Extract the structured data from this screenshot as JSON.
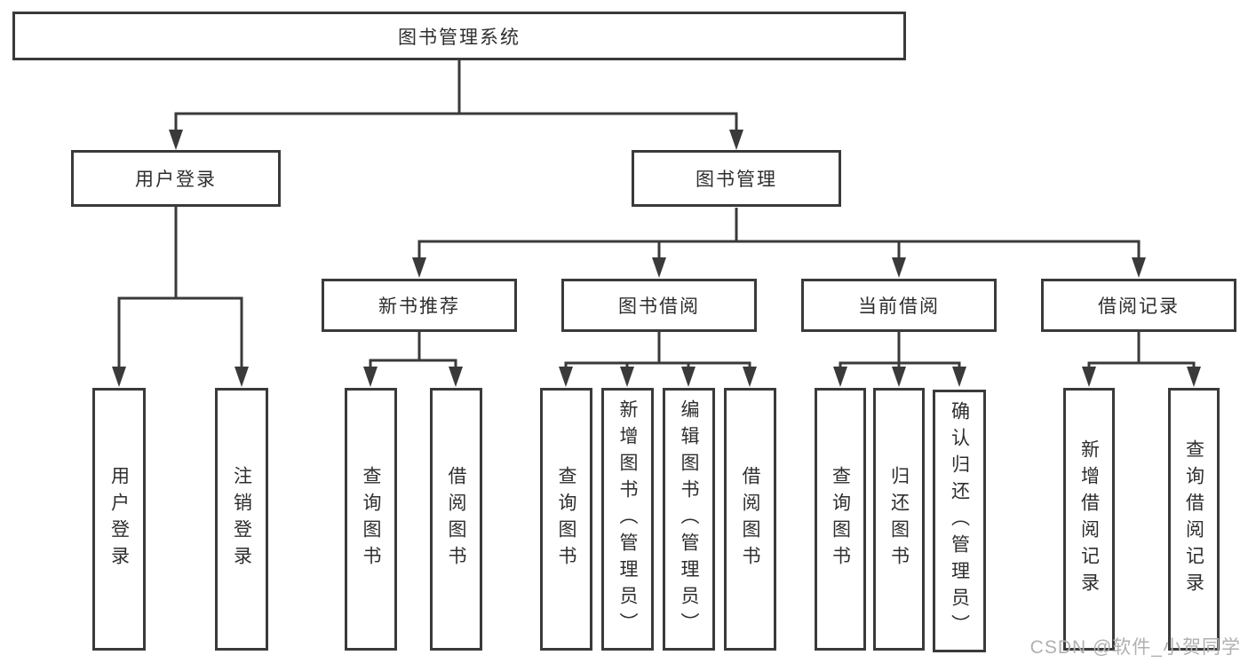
{
  "diagram": {
    "title_node": "图书管理系统",
    "colors": {
      "line": "#3a3a3a",
      "text": "#2e2e2e",
      "box_background": "#ffffff",
      "watermark": "#b0b0b0"
    },
    "nodes": {
      "root": "图书管理系统",
      "user_login": "用户登录",
      "book_mgmt": "图书管理",
      "new_book_rec": "新书推荐",
      "book_borrow": "图书借阅",
      "current_borrow": "当前借阅",
      "borrow_record": "借阅记录",
      "leaf_user_login": "用户登录",
      "leaf_logout": "注销登录",
      "leaf_query_book_rec": "查询图书",
      "leaf_borrow_book_rec": "借阅图书",
      "leaf_query_book_borrow": "查询图书",
      "leaf_add_book_admin": "新增图书（管理员）",
      "leaf_edit_book_admin": "编辑图书（管理员）",
      "leaf_borrow_book_borrow": "借阅图书",
      "leaf_query_book_current": "查询图书",
      "leaf_return_book": "归还图书",
      "leaf_confirm_return_admin": "确认归还（管理员）",
      "leaf_add_borrow_record": "新增借阅记录",
      "leaf_query_borrow_record": "查询借阅记录"
    },
    "hierarchy": [
      {
        "parent": "图书管理系统",
        "children": [
          "用户登录",
          "图书管理"
        ]
      },
      {
        "parent": "用户登录",
        "children": [
          "用户登录",
          "注销登录"
        ]
      },
      {
        "parent": "图书管理",
        "children": [
          "新书推荐",
          "图书借阅",
          "当前借阅",
          "借阅记录"
        ]
      },
      {
        "parent": "新书推荐",
        "children": [
          "查询图书",
          "借阅图书"
        ]
      },
      {
        "parent": "图书借阅",
        "children": [
          "查询图书",
          "新增图书（管理员）",
          "编辑图书（管理员）",
          "借阅图书"
        ]
      },
      {
        "parent": "当前借阅",
        "children": [
          "查询图书",
          "归还图书",
          "确认归还（管理员）"
        ]
      },
      {
        "parent": "借阅记录",
        "children": [
          "新增借阅记录",
          "查询借阅记录"
        ]
      }
    ]
  },
  "watermark": "CSDN @软件_小贺同学"
}
